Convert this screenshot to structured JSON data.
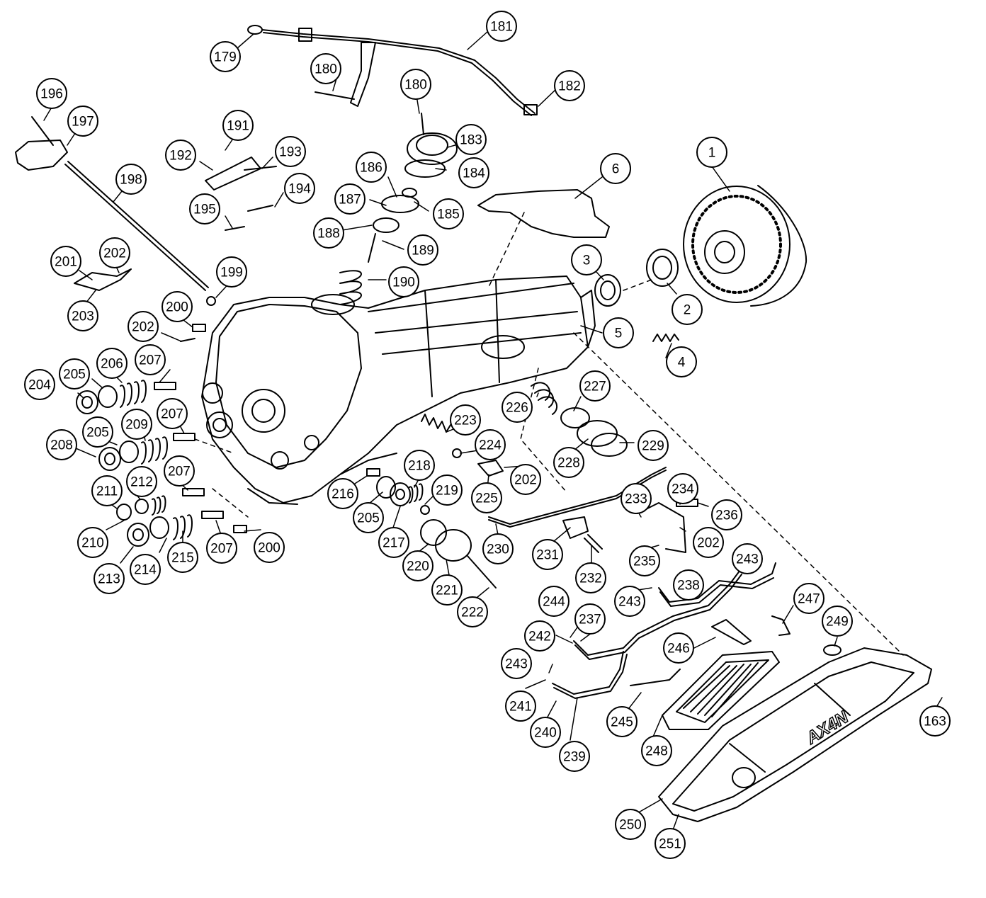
{
  "diagram": {
    "pan_marking": "AX4N",
    "callouts": [
      {
        "id": "c1",
        "label": "1"
      },
      {
        "id": "c2",
        "label": "2"
      },
      {
        "id": "c3",
        "label": "3"
      },
      {
        "id": "c4",
        "label": "4"
      },
      {
        "id": "c5",
        "label": "5"
      },
      {
        "id": "c6",
        "label": "6"
      },
      {
        "id": "c163",
        "label": "163"
      },
      {
        "id": "c179",
        "label": "179"
      },
      {
        "id": "c180a",
        "label": "180"
      },
      {
        "id": "c180b",
        "label": "180"
      },
      {
        "id": "c181",
        "label": "181"
      },
      {
        "id": "c182",
        "label": "182"
      },
      {
        "id": "c183",
        "label": "183"
      },
      {
        "id": "c184",
        "label": "184"
      },
      {
        "id": "c185",
        "label": "185"
      },
      {
        "id": "c186",
        "label": "186"
      },
      {
        "id": "c187",
        "label": "187"
      },
      {
        "id": "c188",
        "label": "188"
      },
      {
        "id": "c189",
        "label": "189"
      },
      {
        "id": "c190",
        "label": "190"
      },
      {
        "id": "c191",
        "label": "191"
      },
      {
        "id": "c192",
        "label": "192"
      },
      {
        "id": "c193",
        "label": "193"
      },
      {
        "id": "c194",
        "label": "194"
      },
      {
        "id": "c195",
        "label": "195"
      },
      {
        "id": "c196",
        "label": "196"
      },
      {
        "id": "c197",
        "label": "197"
      },
      {
        "id": "c198",
        "label": "198"
      },
      {
        "id": "c199",
        "label": "199"
      },
      {
        "id": "c200a",
        "label": "200"
      },
      {
        "id": "c200b",
        "label": "200"
      },
      {
        "id": "c201",
        "label": "201"
      },
      {
        "id": "c202a",
        "label": "202"
      },
      {
        "id": "c202b",
        "label": "202"
      },
      {
        "id": "c202c",
        "label": "202"
      },
      {
        "id": "c202d",
        "label": "202"
      },
      {
        "id": "c203",
        "label": "203"
      },
      {
        "id": "c204",
        "label": "204"
      },
      {
        "id": "c205a",
        "label": "205"
      },
      {
        "id": "c205b",
        "label": "205"
      },
      {
        "id": "c205c",
        "label": "205"
      },
      {
        "id": "c206",
        "label": "206"
      },
      {
        "id": "c207a",
        "label": "207"
      },
      {
        "id": "c207b",
        "label": "207"
      },
      {
        "id": "c207c",
        "label": "207"
      },
      {
        "id": "c207d",
        "label": "207"
      },
      {
        "id": "c208",
        "label": "208"
      },
      {
        "id": "c209",
        "label": "209"
      },
      {
        "id": "c210",
        "label": "210"
      },
      {
        "id": "c211",
        "label": "211"
      },
      {
        "id": "c212",
        "label": "212"
      },
      {
        "id": "c213",
        "label": "213"
      },
      {
        "id": "c214",
        "label": "214"
      },
      {
        "id": "c215",
        "label": "215"
      },
      {
        "id": "c216",
        "label": "216"
      },
      {
        "id": "c217",
        "label": "217"
      },
      {
        "id": "c218",
        "label": "218"
      },
      {
        "id": "c219",
        "label": "219"
      },
      {
        "id": "c220",
        "label": "220"
      },
      {
        "id": "c221",
        "label": "221"
      },
      {
        "id": "c222",
        "label": "222"
      },
      {
        "id": "c223",
        "label": "223"
      },
      {
        "id": "c224",
        "label": "224"
      },
      {
        "id": "c225",
        "label": "225"
      },
      {
        "id": "c226",
        "label": "226"
      },
      {
        "id": "c227",
        "label": "227"
      },
      {
        "id": "c228",
        "label": "228"
      },
      {
        "id": "c229",
        "label": "229"
      },
      {
        "id": "c230",
        "label": "230"
      },
      {
        "id": "c231",
        "label": "231"
      },
      {
        "id": "c232",
        "label": "232"
      },
      {
        "id": "c233",
        "label": "233"
      },
      {
        "id": "c234",
        "label": "234"
      },
      {
        "id": "c235",
        "label": "235"
      },
      {
        "id": "c236",
        "label": "236"
      },
      {
        "id": "c237",
        "label": "237"
      },
      {
        "id": "c238",
        "label": "238"
      },
      {
        "id": "c239",
        "label": "239"
      },
      {
        "id": "c240",
        "label": "240"
      },
      {
        "id": "c241",
        "label": "241"
      },
      {
        "id": "c242",
        "label": "242"
      },
      {
        "id": "c243a",
        "label": "243"
      },
      {
        "id": "c243b",
        "label": "243"
      },
      {
        "id": "c243c",
        "label": "243"
      },
      {
        "id": "c244",
        "label": "244"
      },
      {
        "id": "c245",
        "label": "245"
      },
      {
        "id": "c246",
        "label": "246"
      },
      {
        "id": "c247",
        "label": "247"
      },
      {
        "id": "c248",
        "label": "248"
      },
      {
        "id": "c249",
        "label": "249"
      },
      {
        "id": "c250",
        "label": "250"
      },
      {
        "id": "c251",
        "label": "251"
      }
    ]
  }
}
